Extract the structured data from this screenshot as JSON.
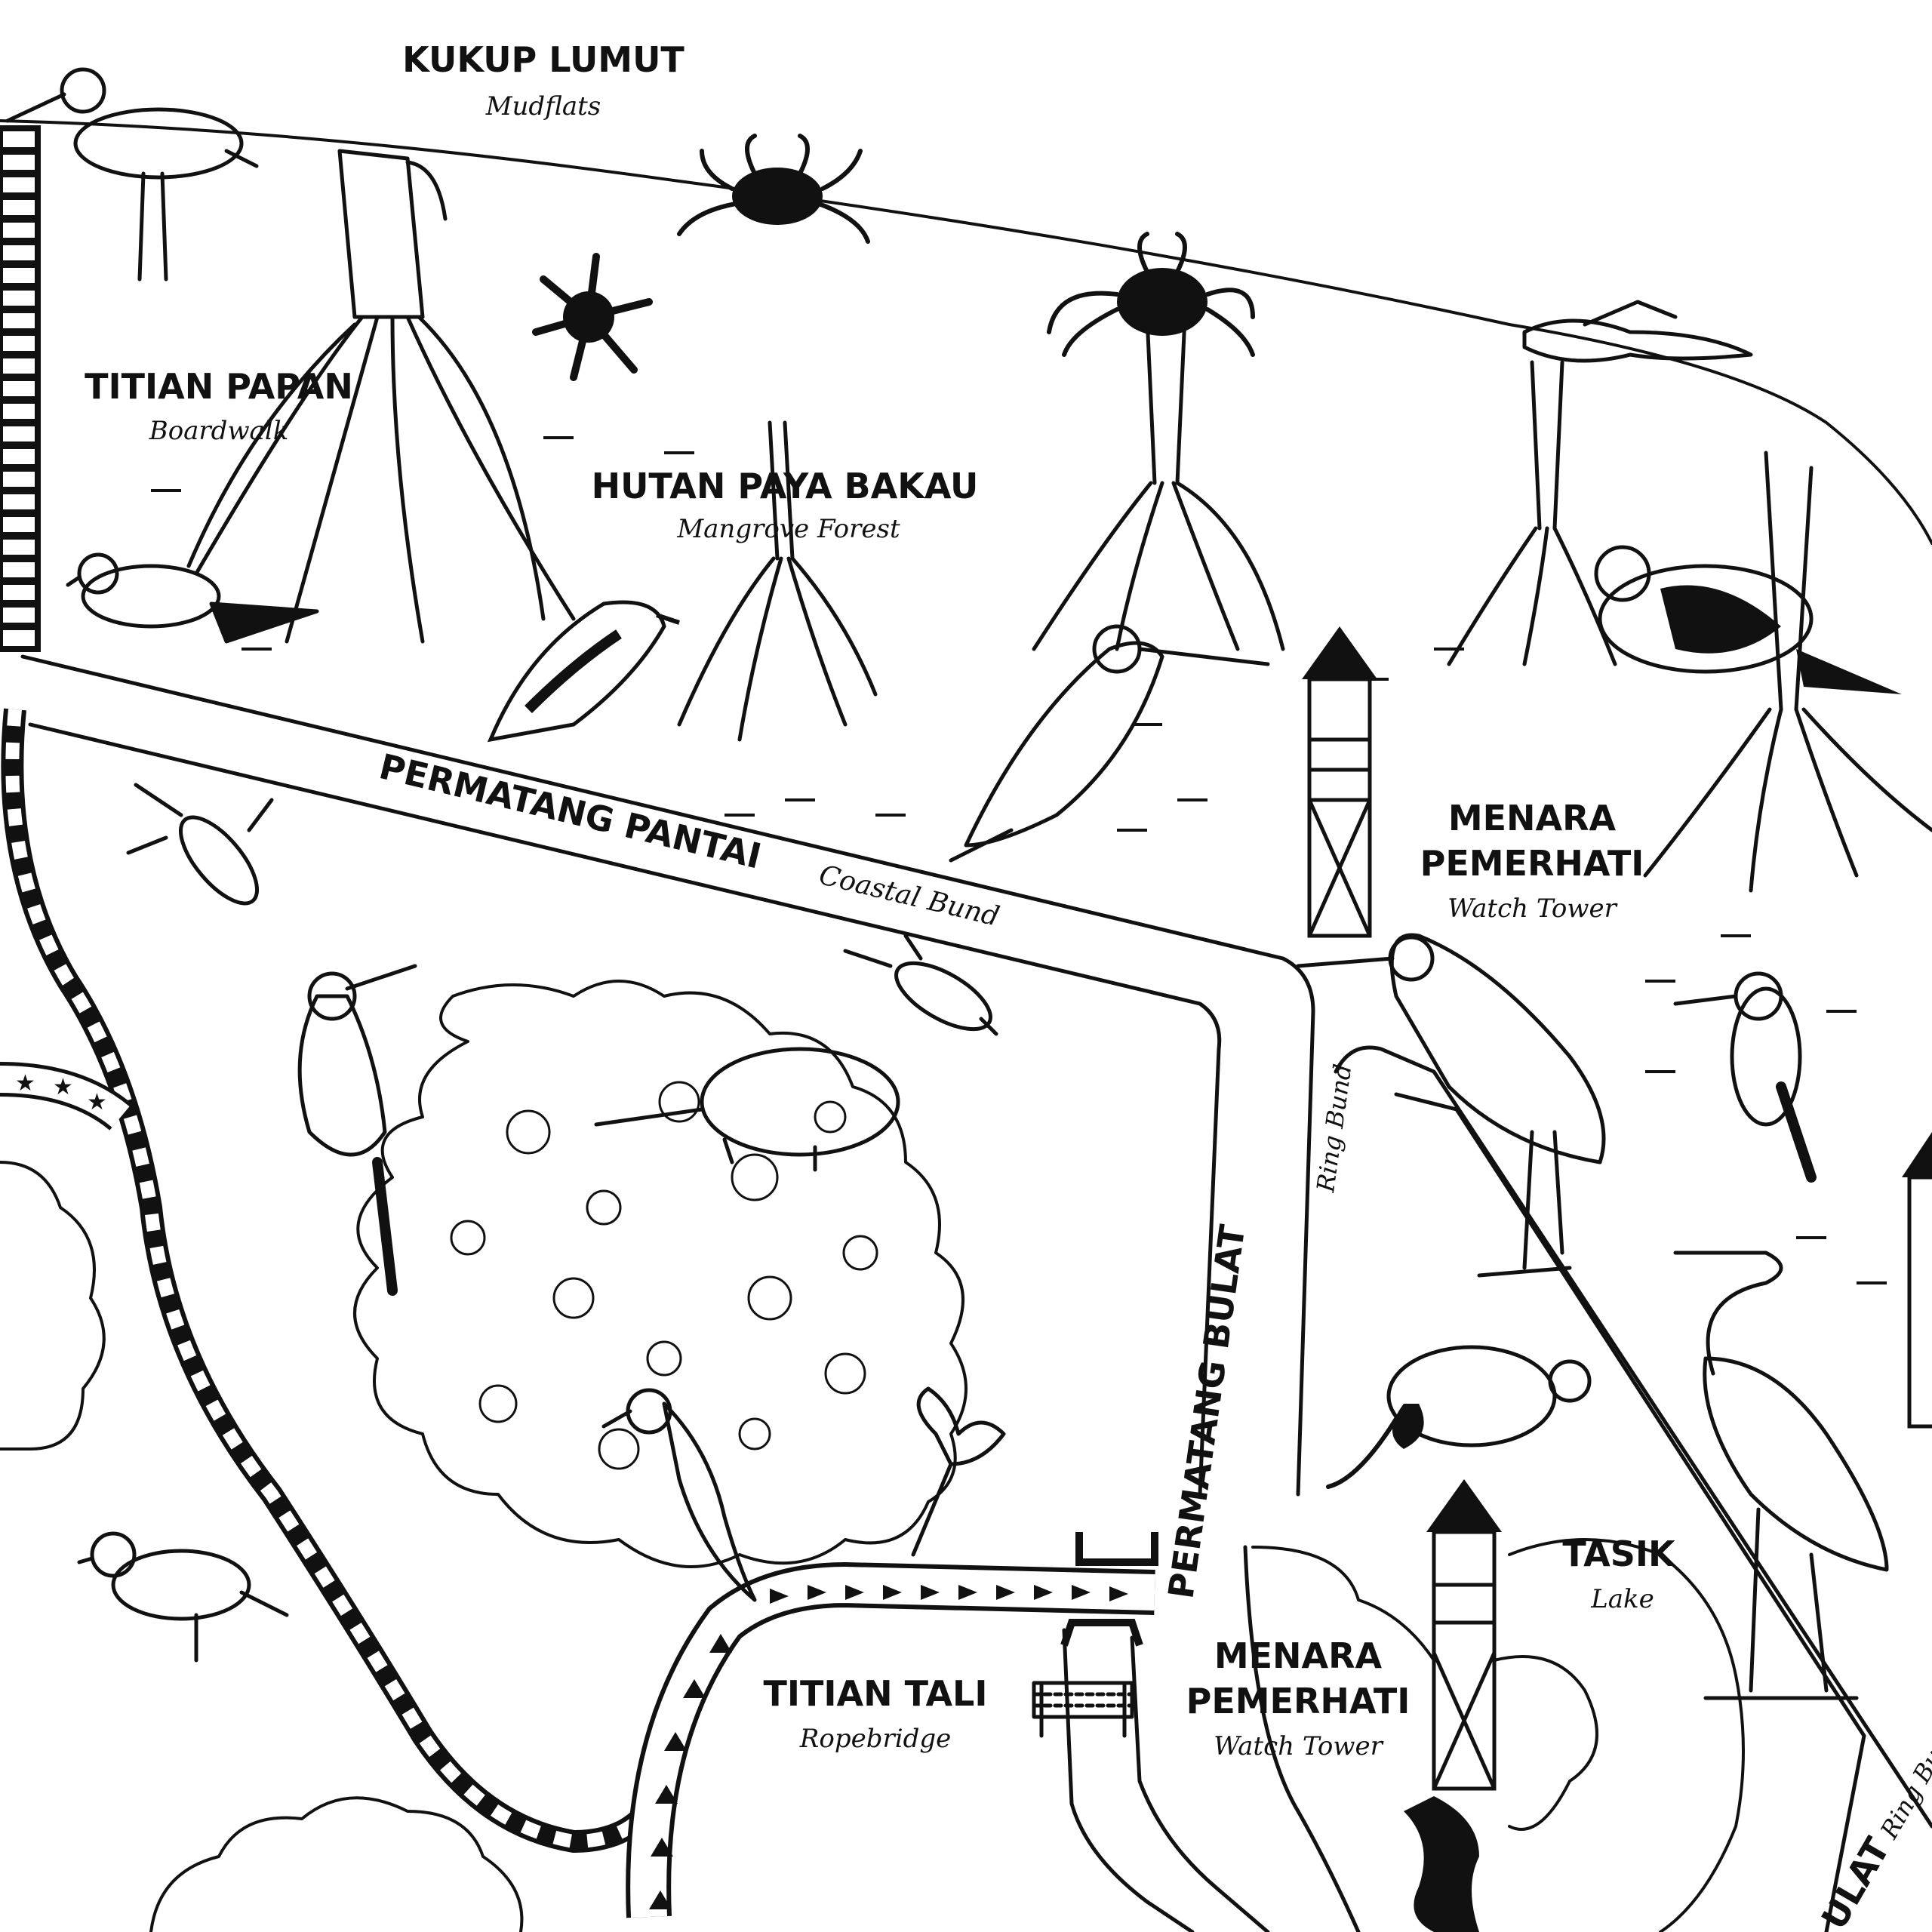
{
  "map": {
    "colors": {
      "ink": "#111111",
      "paper": "#ffffff"
    },
    "labels": {
      "mudflats_title": "KUKUP LUMUT",
      "mudflats_sub": "Mudflats",
      "boardwalk_title": "TITIAN PAPAN",
      "boardwalk_sub": "Boardwalk",
      "mangrove_title": "HUTAN PAYA BAKAU",
      "mangrove_sub": "Mangrove Forest",
      "coastal_bund_title": "PERMATANG PANTAI",
      "coastal_bund_sub": "Coastal Bund",
      "tower1_title_1": "MENARA",
      "tower1_title_2": "PEMERHATI",
      "tower1_sub": "Watch Tower",
      "ring_bund_title": "PERMATANG BULAT",
      "ring_bund_sub": "Ring Bund",
      "lake_title": "TASIK",
      "lake_sub": "Lake",
      "ropebridge_title": "TITIAN TALI",
      "ropebridge_sub": "Ropebridge",
      "tower2_title_1": "MENARA",
      "tower2_title_2": "PEMERHATI",
      "tower2_sub": "Watch Tower",
      "ring_bund2_title": "ULAT",
      "ring_bund2_sub": "Ring Bu"
    },
    "illustrations": [
      "sandpiper-icon",
      "crab-icon",
      "mudskipper-icon",
      "mangrove-tree-icon",
      "kingfisher-icon",
      "heron-icon",
      "egret-icon",
      "otter-icon",
      "pangolin-icon",
      "woodpecker-icon",
      "scorpion-icon",
      "watch-tower-icon",
      "rope-bridge-icon",
      "tree-canopy-icon",
      "flower-icon",
      "sea-star-icon"
    ]
  }
}
